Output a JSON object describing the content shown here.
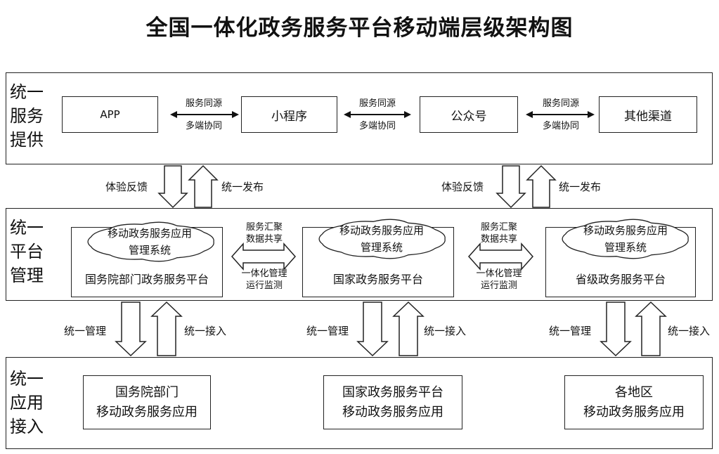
{
  "title": "全国一体化政务服务平台移动端层级架构图",
  "layers": {
    "service": {
      "label": "统一服务提供",
      "channels": [
        "APP",
        "小程序",
        "公众号",
        "其他渠道"
      ],
      "links": [
        {
          "top": "服务同源",
          "bottom": "多端协同"
        },
        {
          "top": "服务同源",
          "bottom": "多端协同"
        },
        {
          "top": "服务同源",
          "bottom": "多端协同"
        }
      ]
    },
    "platform": {
      "label": "统一平台管理",
      "cloud_line1": "移动政务服务应用",
      "cloud_line2": "管理系统",
      "platforms": [
        "国务院部门政务服务平台",
        "国家政务服务平台",
        "省级政务服务平台"
      ],
      "links": [
        {
          "l1": "服务汇聚",
          "l2": "数据共享",
          "l3": "一体化管理",
          "l4": "运行监测"
        },
        {
          "l1": "服务汇聚",
          "l2": "数据共享",
          "l3": "一体化管理",
          "l4": "运行监测"
        }
      ]
    },
    "access": {
      "label": "统一应用接入",
      "apps": [
        {
          "line1": "国务院部门",
          "line2": "移动政务服务应用"
        },
        {
          "line1": "国家政务服务平台",
          "line2": "移动政务服务应用"
        },
        {
          "line1": "各地区",
          "line2": "移动政务服务应用"
        }
      ]
    }
  },
  "flows": {
    "upper": {
      "down": "体验反馈",
      "up": "统一发布"
    },
    "lower": {
      "down": "统一管理",
      "up": "统一接入"
    }
  }
}
